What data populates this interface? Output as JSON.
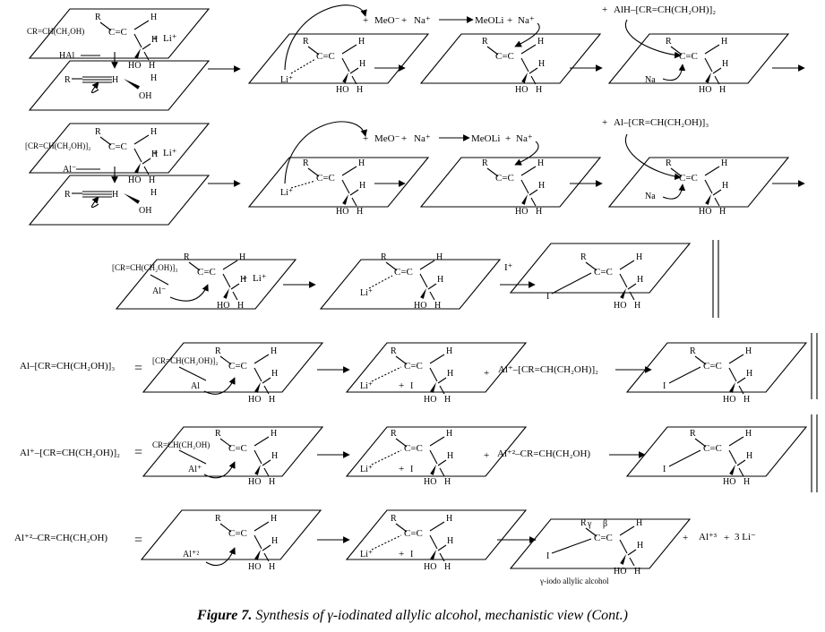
{
  "caption": {
    "label": "Figure 7.",
    "text": "Synthesis of γ-iodinated allylic alcohol, mechanistic view (Cont.)"
  },
  "reagents": {
    "meo": "MeO⁻",
    "na": "Na⁺",
    "meoli": "MeOLi",
    "li": "Li⁺",
    "iodo": "I⁺",
    "alh_dimer": "AlH–[CR=CH(CH₂OH)]₂",
    "al_trimer": "Al–[CR=CH(CH₂OH)]₃",
    "al_plus_dimer": "Al⁺–[CR=CH(CH₂OH)]₂",
    "al2_mono": "Al⁺²–CR=CH(CH₂OH)",
    "al3": "Al⁺³",
    "li3": "3 Li⁻",
    "plus": "+",
    "equals": "="
  },
  "labels": {
    "r": "R",
    "h": "H",
    "ho": "HO",
    "oh": "OH",
    "cc": "C=C",
    "ctriple": "C≡C",
    "lig_mono": "CR=CH(CH₂OH)",
    "lig_dimer": "[CR=CH(CH₂OH)]₂",
    "lig_trimer": "[CR=CH(CH₂OH)]₃",
    "hal": "HAl",
    "al_minus": "Al⁻",
    "al": "Al",
    "al_plus": "Al⁺",
    "al_2plus": "Al⁺²",
    "li_plus": "Li⁺",
    "na": "Na",
    "i": "I",
    "gamma": "γ",
    "beta": "β",
    "product": "γ-iodo allylic alcohol"
  }
}
